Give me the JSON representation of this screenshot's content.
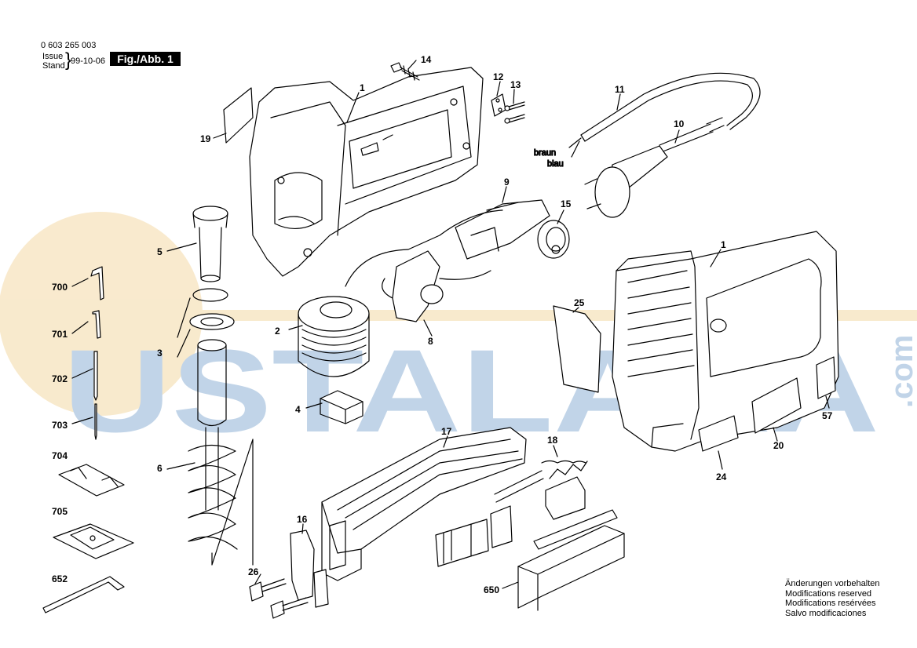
{
  "header": {
    "part_number": "0 603 265 003",
    "issue_label": "Issue",
    "stand_label": "Stand",
    "issue_date": "99-10-06",
    "fig_label": "Fig./Abb. 1"
  },
  "watermark": {
    "text": "USTALARA",
    "suffix": ".com",
    "color_blue": "#8fb2d6",
    "color_orange": "#f4d9a6"
  },
  "wire_labels": {
    "brown": "braun",
    "blue": "blau"
  },
  "notice": [
    "Änderungen vorbehalten",
    "Modifications reserved",
    "Modifications resérvées",
    "Salvo modificaciones"
  ],
  "callouts": {
    "c1a": "1",
    "c1b": "1",
    "c2": "2",
    "c3": "3",
    "c4": "4",
    "c5": "5",
    "c6": "6",
    "c8": "8",
    "c9": "9",
    "c10": "10",
    "c11": "11",
    "c12": "12",
    "c13": "13",
    "c14": "14",
    "c15": "15",
    "c16": "16",
    "c17": "17",
    "c18": "18",
    "c19": "19",
    "c20": "20",
    "c24": "24",
    "c25": "25",
    "c26": "26",
    "c57": "57",
    "c650": "650",
    "c652": "652",
    "c700": "700",
    "c701": "701",
    "c702": "702",
    "c703": "703",
    "c704": "704",
    "c705": "705"
  }
}
